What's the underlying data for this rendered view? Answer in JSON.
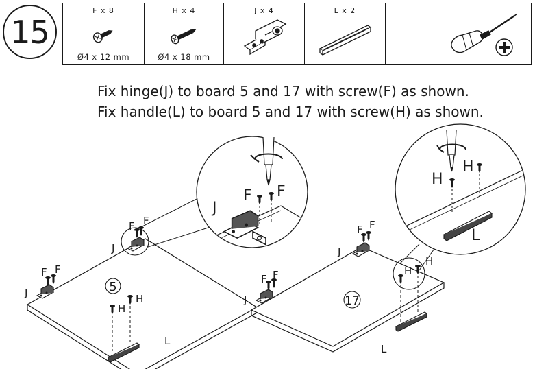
{
  "step": {
    "number": "15"
  },
  "parts": [
    {
      "label": "F x 8",
      "size": "Ø4 x 12 mm",
      "icon": "short-screw-icon"
    },
    {
      "label": "H x 4",
      "size": "Ø4 x 18 mm",
      "icon": "long-screw-icon"
    },
    {
      "label": "J x 4",
      "size": "",
      "icon": "hinge-icon"
    },
    {
      "label": "L x 2",
      "size": "",
      "icon": "handle-rail-icon"
    }
  ],
  "tool": {
    "icon": "phillips-screwdriver-icon"
  },
  "instructions": {
    "line1": "Fix hinge(J) to board 5 and 17 with screw(F) as shown.",
    "line2": "Fix handle(L) to board 5 and 17 with screw(H) as shown."
  },
  "labels": {
    "F": "F",
    "H": "H",
    "J": "J",
    "L": "L",
    "board_a": "5",
    "board_b": "17"
  }
}
